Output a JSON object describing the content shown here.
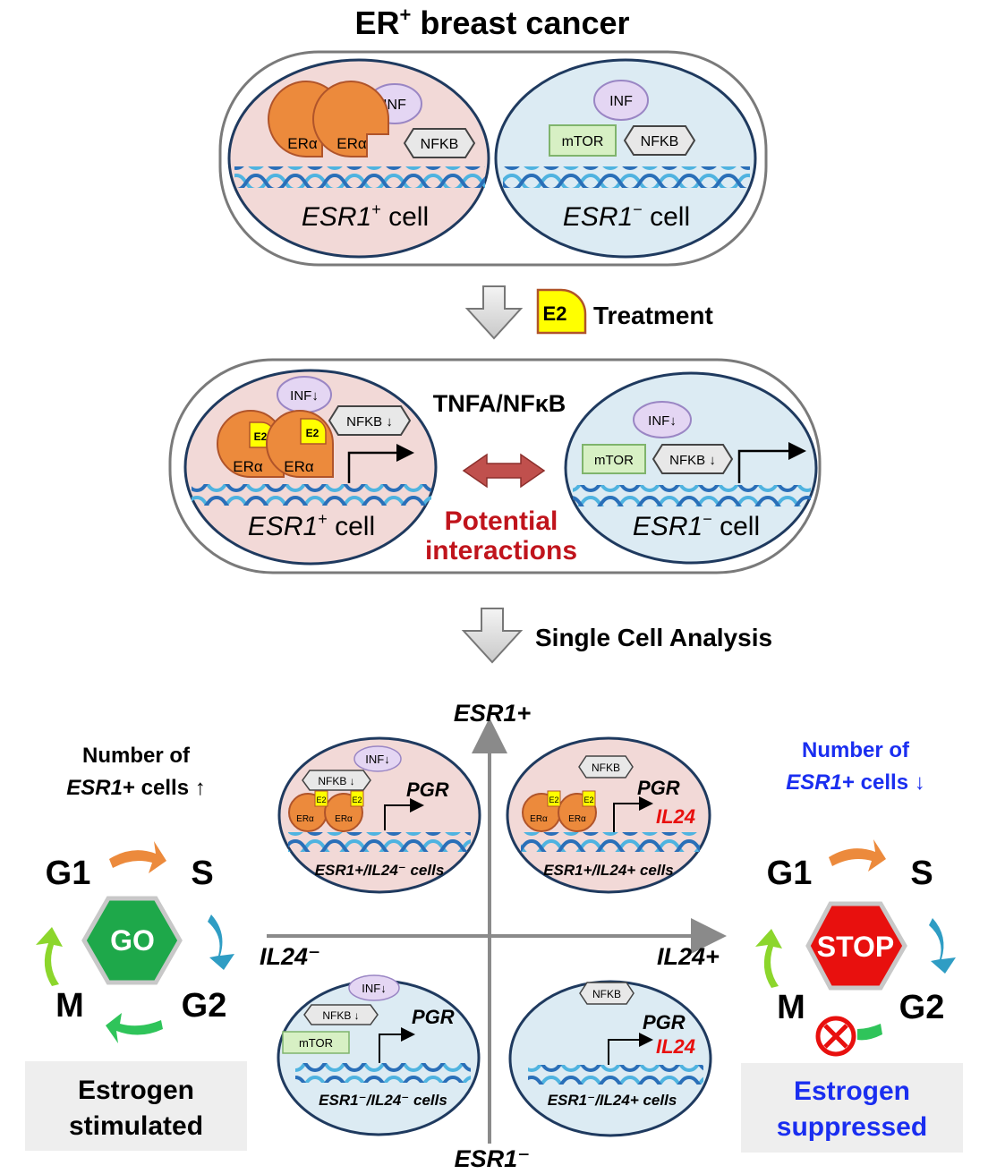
{
  "title": {
    "main": "ER",
    "sup": "+",
    "rest": " breast cancer"
  },
  "panel1": {
    "left_cell": {
      "gene": "ESR1",
      "sup": "+",
      "suffix": " cell",
      "inf": "INF",
      "nfkb": "NFKB",
      "er1": "ERα",
      "er2": "ERα"
    },
    "right_cell": {
      "gene": "ESR1",
      "sup": "−",
      "suffix": " cell",
      "inf": "INF",
      "nfkb": "NFKB",
      "mtor": "mTOR"
    }
  },
  "step1": {
    "ligand": "E2",
    "label": "Treatment"
  },
  "panel2": {
    "pathway": "TNFA/NFκB",
    "interaction_line1": "Potential",
    "interaction_line2": "interactions",
    "left_cell": {
      "gene": "ESR1",
      "sup": "+",
      "suffix": " cell",
      "inf": "INF↓",
      "nfkb": "NFKB ↓",
      "e2": "E2",
      "er1": "ERα",
      "er2": "ERα"
    },
    "right_cell": {
      "gene": "ESR1",
      "sup": "−",
      "suffix": " cell",
      "inf": "INF↓",
      "nfkb": "NFKB ↓",
      "mtor": "mTOR"
    }
  },
  "step2": {
    "label": "Single Cell Analysis"
  },
  "quadrant_axes": {
    "y_top": "ESR1+",
    "y_bottom": "ESR1⁻",
    "x_left": "IL24⁻",
    "x_right": "IL24+"
  },
  "quadrants": {
    "top_left": {
      "label": "ESR1+/IL24⁻ cells",
      "inf": "INF↓",
      "nfkb": "NFKB ↓",
      "e2": "E2",
      "er": "ERα",
      "genes": [
        "PGR"
      ]
    },
    "top_right": {
      "label": "ESR1+/IL24+ cells",
      "nfkb": "NFKB",
      "e2": "E2",
      "er": "ERα",
      "genes": [
        "PGR",
        "IL24"
      ]
    },
    "bottom_left": {
      "label": "ESR1⁻/IL24⁻ cells",
      "inf": "INF↓",
      "nfkb": "NFKB ↓",
      "mtor": "mTOR",
      "genes": [
        "PGR"
      ]
    },
    "bottom_right": {
      "label": "ESR1⁻/IL24+ cells",
      "nfkb": "NFKB",
      "genes": [
        "PGR",
        "IL24"
      ]
    }
  },
  "left_cycle": {
    "note_line1": "Number of",
    "note_line2_gene": "ESR1",
    "note_line2_rest": "+ cells ↑",
    "phases": [
      "G1",
      "S",
      "G2",
      "M"
    ],
    "center": "GO",
    "box_line1": "Estrogen",
    "box_line2": "stimulated"
  },
  "right_cycle": {
    "note_line1": "Number of",
    "note_line2_gene": "ESR1",
    "note_line2_rest": "+ cells ↓",
    "phases": [
      "G1",
      "S",
      "G2",
      "M"
    ],
    "center": "STOP",
    "box_line1": "Estrogen",
    "box_line2": "suppressed"
  },
  "colors": {
    "pink_cell": "#f2d9d7",
    "blue_cell": "#dcebf3",
    "cell_border": "#1f3a5f",
    "er_orange": "#ec8a3c",
    "e2_yellow": "#ffff00",
    "inf_purple": "#e4d6f3",
    "red_text": "#c0141c",
    "blue_text": "#1a2ef0",
    "go_green": "#1ea84a",
    "stop_red": "#e8100e"
  }
}
